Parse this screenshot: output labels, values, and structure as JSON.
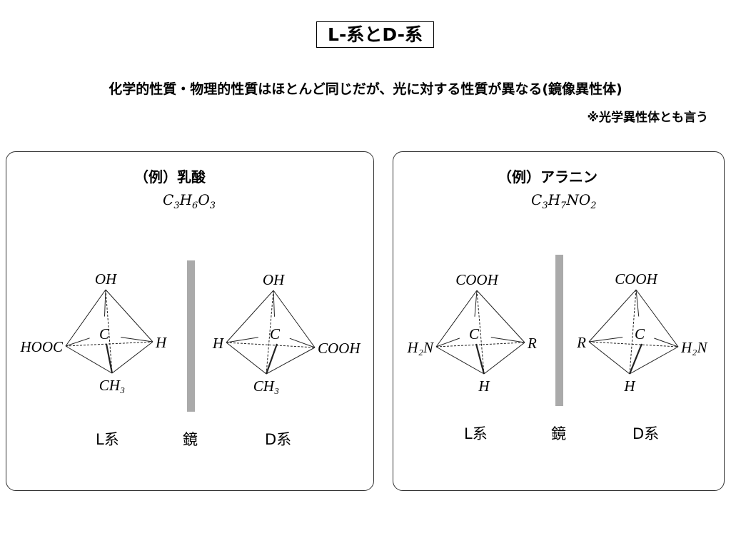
{
  "title": "L-系とD-系",
  "subtitle": "化学的性質・物理的性質はほとんど同じだが、光に対する性質が異なる(鏡像異性体)",
  "note": "※光学異性体とも言う",
  "panels": [
    {
      "example": "（例）乳酸",
      "formula": [
        "C",
        "3",
        "H",
        "6",
        "O",
        "3"
      ],
      "labels": {
        "l": "L系",
        "mirror": "鏡",
        "d": "D系"
      },
      "l_molecule": {
        "top": "OH",
        "left": "HOOC",
        "right": "H",
        "bottom": "CH₃",
        "center": "C"
      },
      "d_molecule": {
        "top": "OH",
        "left": "H",
        "right": "COOH",
        "bottom": "CH₃",
        "center": "C"
      }
    },
    {
      "example": "（例）アラニン",
      "formula": [
        "C",
        "3",
        "H",
        "7",
        "NO",
        "2"
      ],
      "labels": {
        "l": "L系",
        "mirror": "鏡",
        "d": "D系"
      },
      "l_molecule": {
        "top": "COOH",
        "left": "H₂N",
        "right": "R",
        "bottom": "H",
        "center": "C"
      },
      "d_molecule": {
        "top": "COOH",
        "left": "R",
        "right": "H₂N",
        "bottom": "H",
        "center": "C"
      }
    }
  ]
}
